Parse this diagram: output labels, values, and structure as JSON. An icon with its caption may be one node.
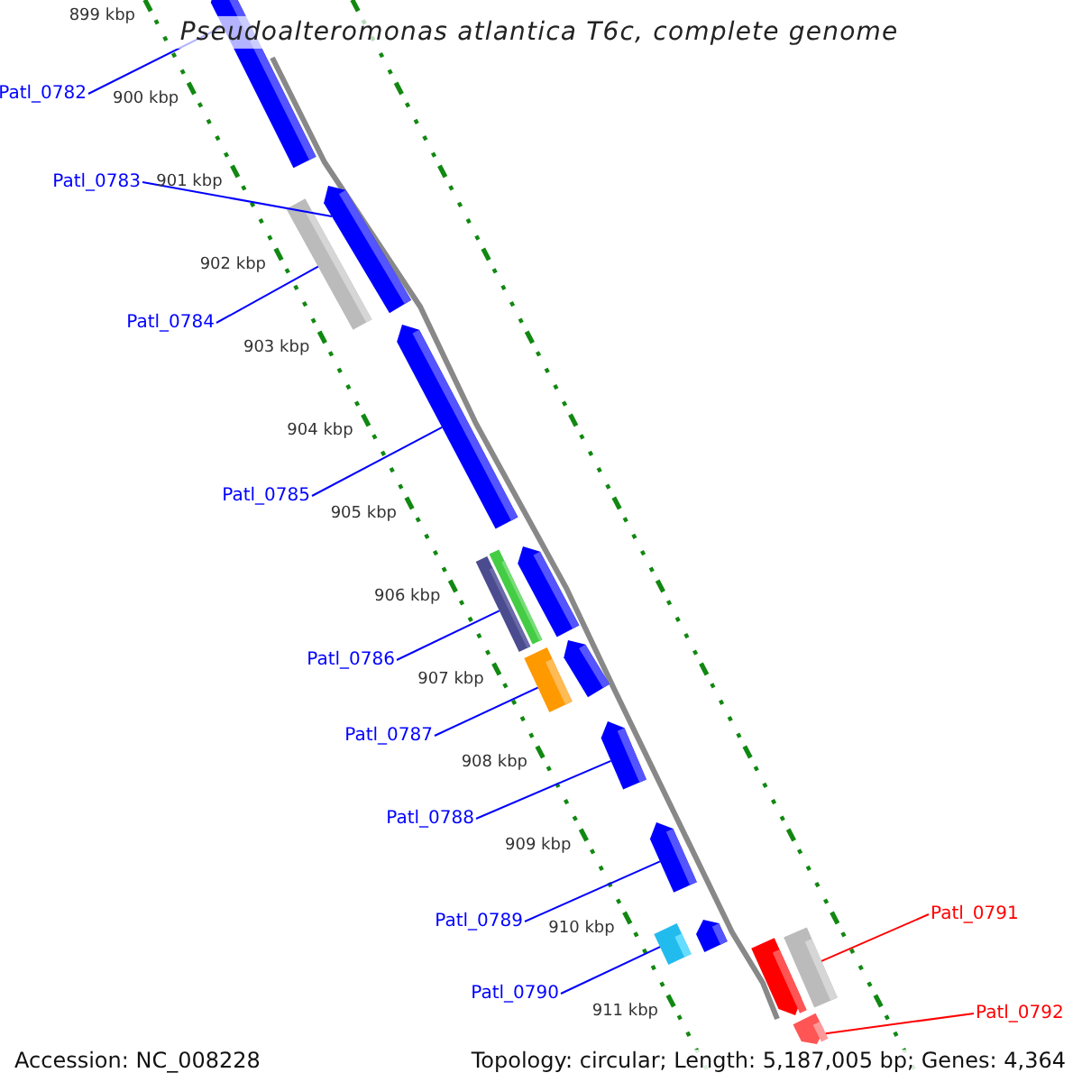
{
  "diagram": {
    "title": "Pseudoalteromonas atlantica T6c, complete genome",
    "nodes": [
      {
        "text": [],
        "shape": "bar"
      },
      {
        "text": [],
        "shape": "bar"
      },
      {
        "text": [],
        "shape": "bar"
      },
      {
        "text": [],
        "shape": "bar"
      },
      {
        "text": [],
        "shape": "bar"
      },
      {
        "text": [],
        "shape": "bar"
      },
      {
        "text": [],
        "shape": "bar"
      },
      {
        "text": [],
        "shape": "bar"
      },
      {
        "text": [],
        "shape": "bar"
      },
      {
        "text": [],
        "shape": "bar"
      },
      {
        "text": [],
        "shape": "bar"
      },
      {
        "text": [],
        "shape": "bar"
      },
      {
        "text": [],
        "shape": "bar"
      },
      {
        "text": [],
        "shape": "bar"
      },
      {
        "text": [],
        "shape": "bar"
      },
      {
        "text": [],
        "shape": "bar"
      },
      {
        "text": [
          "Patl_0782"
        ]
      },
      {
        "text": [
          "Patl_0783"
        ]
      },
      {
        "text": [
          "Patl_0784"
        ]
      },
      {
        "text": [
          "Patl_0785"
        ]
      },
      {
        "text": [
          "Patl_0786"
        ]
      },
      {
        "text": [
          "Patl_0787"
        ]
      },
      {
        "text": [
          "Patl_0788"
        ]
      },
      {
        "text": [
          "Patl_0789"
        ]
      },
      {
        "text": [
          "Patl_0790"
        ]
      },
      {
        "text": [
          "Patl_0791"
        ]
      },
      {
        "text": [
          "Patl_0792"
        ]
      }
    ],
    "edges": [
      {
        "from": 16,
        "to": 0,
        "arrow": "none"
      },
      {
        "from": 17,
        "to": 1,
        "arrow": "none"
      },
      {
        "from": 18,
        "to": 2,
        "arrow": "none"
      },
      {
        "from": 19,
        "to": 3,
        "arrow": "none"
      },
      {
        "from": 20,
        "to": 4,
        "arrow": "none"
      },
      {
        "from": 21,
        "to": 6,
        "arrow": "none"
      },
      {
        "from": 22,
        "to": 9,
        "arrow": "none"
      },
      {
        "from": 23,
        "to": 10,
        "arrow": "none"
      },
      {
        "from": 24,
        "to": 11,
        "arrow": "none"
      },
      {
        "from": 25,
        "to": 14,
        "arrow": "none",
        "color": "#ff0000"
      },
      {
        "from": 26,
        "to": 15,
        "arrow": "none",
        "color": "#ff0000"
      }
    ],
    "labels": [
      "899 kbp",
      "900 kbp",
      "901 kbp",
      "902 kbp",
      "903 kbp",
      "904 kbp",
      "905 kbp",
      "906 kbp",
      "907 kbp",
      "908 kbp",
      "909 kbp",
      "910 kbp",
      "911 kbp",
      "Accession: NC_008228",
      "Topology: circular; Length: 5,187,005 bp; Genes: 4,364"
    ]
  }
}
